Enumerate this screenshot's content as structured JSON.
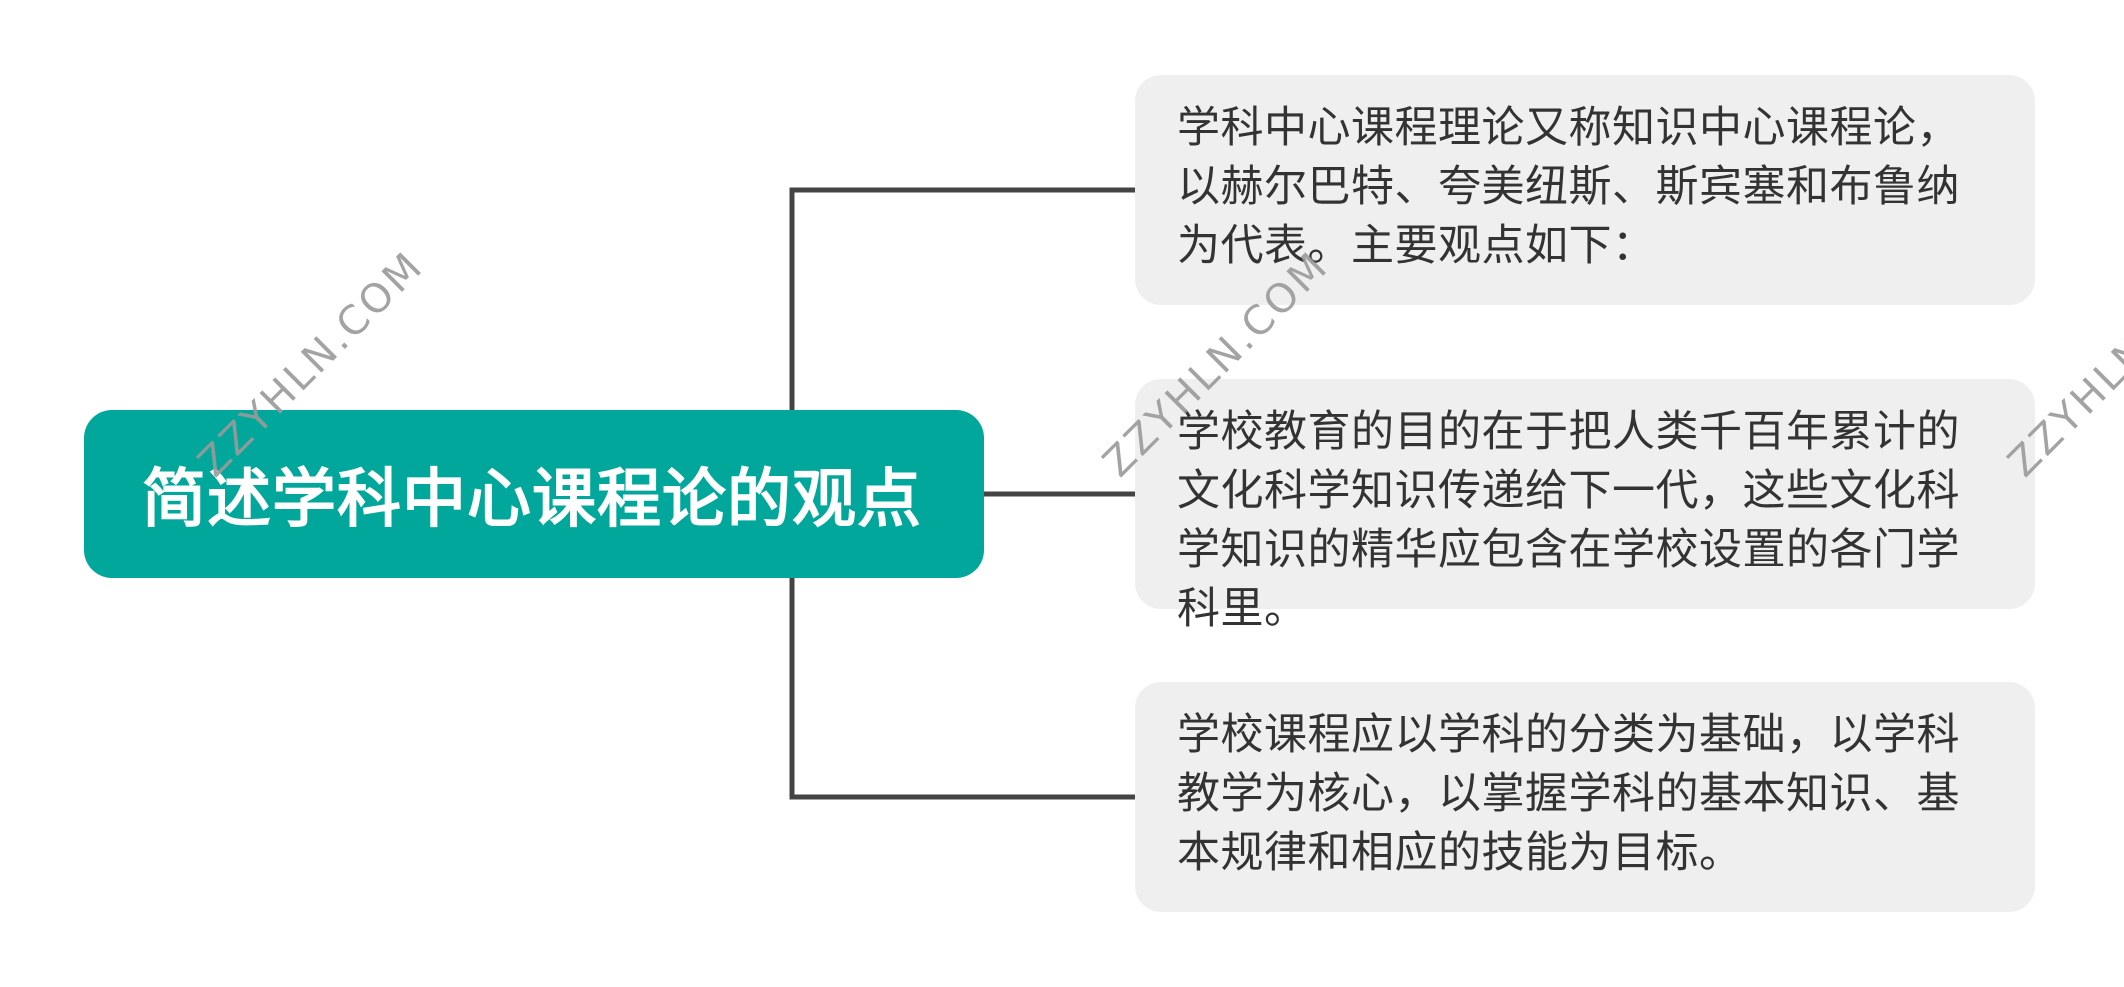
{
  "mindmap": {
    "root": {
      "title": "简述学科中心课程论的观点",
      "color": "#00a79a"
    },
    "branches": [
      {
        "text": "学科中心课程理论又称知识中心课程论，以赫尔巴特、夸美纽斯、斯宾塞和布鲁纳为代表。主要观点如下："
      },
      {
        "text": "学校教育的目的在于把人类千百年累计的文化科学知识传递给下一代，这些文化科学知识的精华应包含在学校设置的各门学科里。"
      },
      {
        "text": "学校课程应以学科的分类为基础，以学科教学为核心，以掌握学科的基本知识、基本规律和相应的技能为目标。"
      }
    ],
    "branch_color": "#efefef",
    "connector_color": "#444444"
  },
  "watermark": {
    "text": "ZZYHLN.COM"
  }
}
